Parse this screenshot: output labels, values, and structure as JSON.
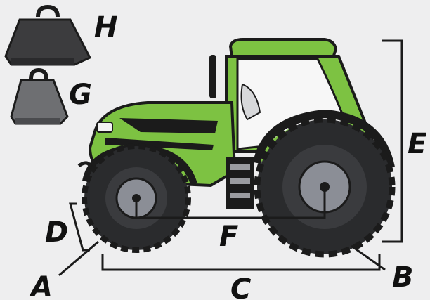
{
  "labels": {
    "a": "A",
    "b": "B",
    "c": "C",
    "d": "D",
    "e": "E",
    "f": "F",
    "g": "G",
    "h": "H"
  },
  "colors": {
    "background": "#eeeeef",
    "tractor_green": "#7dc242",
    "tractor_green_dark": "#5a9a2c",
    "tire": "#2a2b2d",
    "rim": "#8b8e96",
    "cab_window": "#f7f7f7",
    "weight_dark": "#3c3c3e",
    "weight_light": "#6e6f72",
    "outline": "#1b1b1b"
  }
}
